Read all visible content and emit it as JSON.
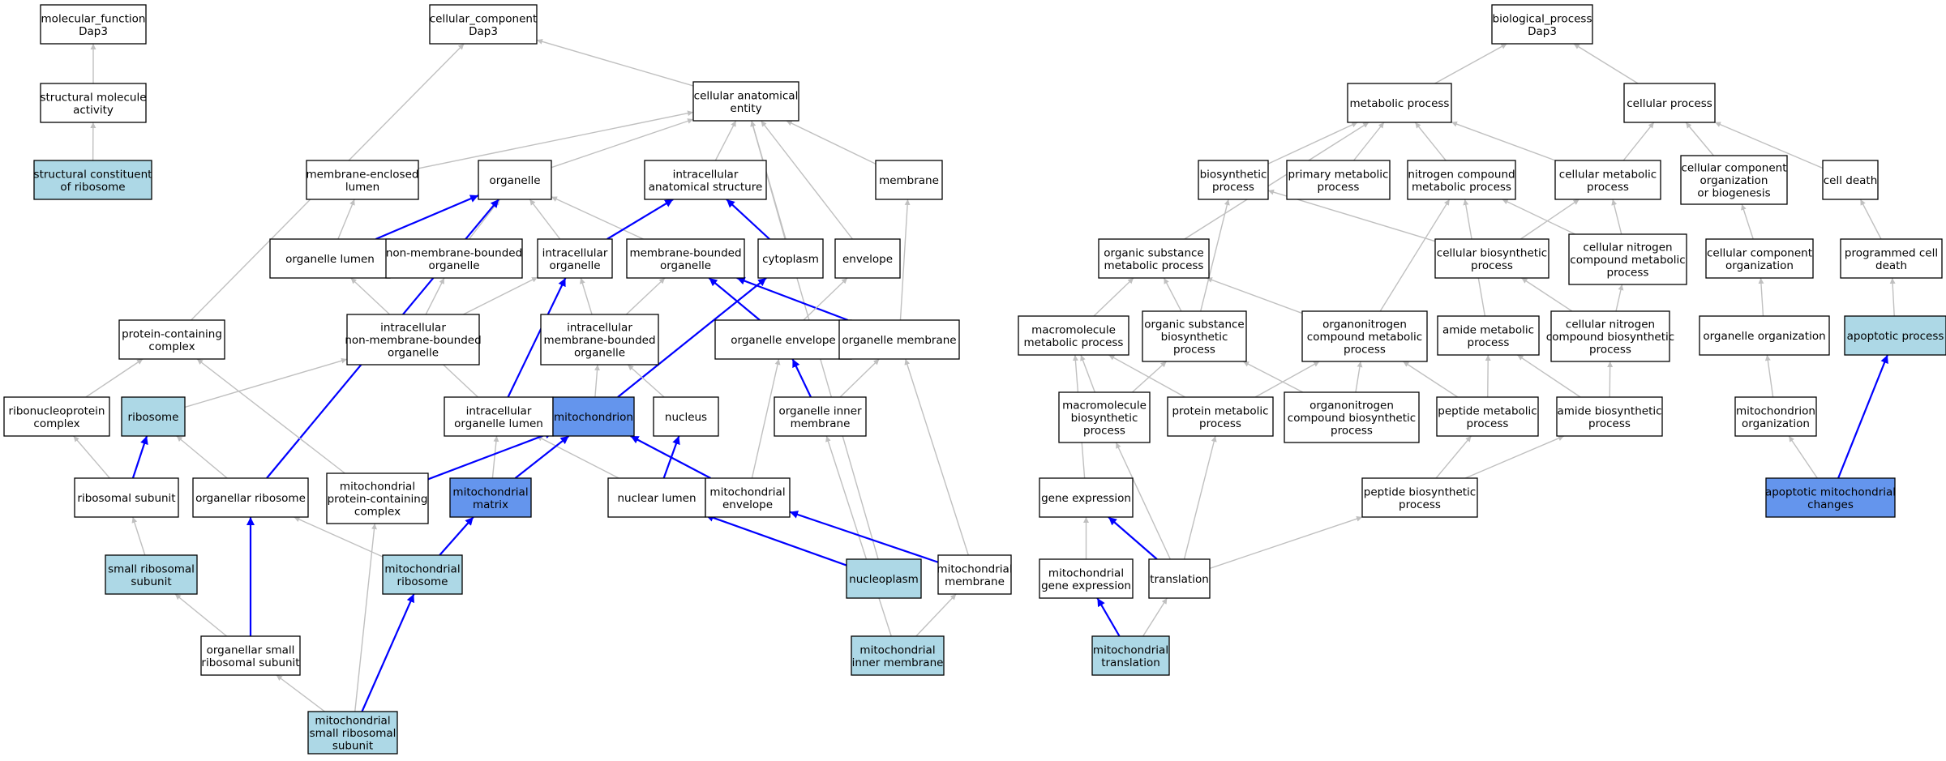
{
  "colors": {
    "plain": "#ffffff",
    "light": "#add8e6",
    "highlight": "#6495ed",
    "edge_gray": "#c0c0c0",
    "edge_blue": "#0000ff"
  },
  "nodes": [
    {
      "id": "mf",
      "lines": [
        "molecular_function",
        "Dap3"
      ],
      "fill": "plain"
    },
    {
      "id": "sma",
      "lines": [
        "structural molecule",
        "activity"
      ],
      "fill": "plain"
    },
    {
      "id": "scr",
      "lines": [
        "structural constituent",
        "of ribosome"
      ],
      "fill": "light"
    },
    {
      "id": "cc",
      "lines": [
        "cellular_component",
        "Dap3"
      ],
      "fill": "plain"
    },
    {
      "id": "cae",
      "lines": [
        "cellular anatomical",
        "entity"
      ],
      "fill": "plain"
    },
    {
      "id": "mel",
      "lines": [
        "membrane-enclosed",
        "lumen"
      ],
      "fill": "plain"
    },
    {
      "id": "org",
      "lines": [
        "organelle"
      ],
      "fill": "plain"
    },
    {
      "id": "ias",
      "lines": [
        "intracellular",
        "anatomical structure"
      ],
      "fill": "plain"
    },
    {
      "id": "mem",
      "lines": [
        "membrane"
      ],
      "fill": "plain"
    },
    {
      "id": "orglum",
      "lines": [
        "organelle lumen"
      ],
      "fill": "plain"
    },
    {
      "id": "nmbo",
      "lines": [
        "non-membrane-bounded",
        "organelle"
      ],
      "fill": "plain"
    },
    {
      "id": "io",
      "lines": [
        "intracellular",
        "organelle"
      ],
      "fill": "plain"
    },
    {
      "id": "mbo",
      "lines": [
        "membrane-bounded",
        "organelle"
      ],
      "fill": "plain"
    },
    {
      "id": "cyto",
      "lines": [
        "cytoplasm"
      ],
      "fill": "plain"
    },
    {
      "id": "env",
      "lines": [
        "envelope"
      ],
      "fill": "plain"
    },
    {
      "id": "pcc",
      "lines": [
        "protein-containing",
        "complex"
      ],
      "fill": "plain"
    },
    {
      "id": "inmbo",
      "lines": [
        "intracellular",
        "non-membrane-bounded",
        "organelle"
      ],
      "fill": "plain"
    },
    {
      "id": "imbo",
      "lines": [
        "intracellular",
        "membrane-bounded",
        "organelle"
      ],
      "fill": "plain"
    },
    {
      "id": "oenv",
      "lines": [
        "organelle envelope"
      ],
      "fill": "plain"
    },
    {
      "id": "omem",
      "lines": [
        "organelle membrane"
      ],
      "fill": "plain"
    },
    {
      "id": "rnpc",
      "lines": [
        "ribonucleoprotein",
        "complex"
      ],
      "fill": "plain"
    },
    {
      "id": "ribo",
      "lines": [
        "ribosome"
      ],
      "fill": "light"
    },
    {
      "id": "iol",
      "lines": [
        "intracellular",
        "organelle lumen"
      ],
      "fill": "plain"
    },
    {
      "id": "mito",
      "lines": [
        "mitochondrion"
      ],
      "fill": "highlight"
    },
    {
      "id": "nuc",
      "lines": [
        "nucleus"
      ],
      "fill": "plain"
    },
    {
      "id": "oim",
      "lines": [
        "organelle inner",
        "membrane"
      ],
      "fill": "plain"
    },
    {
      "id": "rs",
      "lines": [
        "ribosomal subunit"
      ],
      "fill": "plain"
    },
    {
      "id": "oribo",
      "lines": [
        "organellar ribosome"
      ],
      "fill": "plain"
    },
    {
      "id": "mpcc",
      "lines": [
        "mitochondrial",
        "protein-containing",
        "complex"
      ],
      "fill": "plain"
    },
    {
      "id": "mm",
      "lines": [
        "mitochondrial",
        "matrix"
      ],
      "fill": "highlight"
    },
    {
      "id": "nlum",
      "lines": [
        "nuclear lumen"
      ],
      "fill": "plain"
    },
    {
      "id": "menv",
      "lines": [
        "mitochondrial",
        "envelope"
      ],
      "fill": "plain"
    },
    {
      "id": "srs",
      "lines": [
        "small ribosomal",
        "subunit"
      ],
      "fill": "light"
    },
    {
      "id": "mribo",
      "lines": [
        "mitochondrial",
        "ribosome"
      ],
      "fill": "light"
    },
    {
      "id": "nplasm",
      "lines": [
        "nucleoplasm"
      ],
      "fill": "light"
    },
    {
      "id": "mmem",
      "lines": [
        "mitochondrial",
        "membrane"
      ],
      "fill": "plain"
    },
    {
      "id": "osrs",
      "lines": [
        "organellar small",
        "ribosomal subunit"
      ],
      "fill": "plain"
    },
    {
      "id": "mim",
      "lines": [
        "mitochondrial",
        "inner membrane"
      ],
      "fill": "light"
    },
    {
      "id": "msrs",
      "lines": [
        "mitochondrial",
        "small ribosomal",
        "subunit"
      ],
      "fill": "light"
    },
    {
      "id": "bp",
      "lines": [
        "biological_process",
        "Dap3"
      ],
      "fill": "plain"
    },
    {
      "id": "metp",
      "lines": [
        "metabolic process"
      ],
      "fill": "plain"
    },
    {
      "id": "cp",
      "lines": [
        "cellular process"
      ],
      "fill": "plain"
    },
    {
      "id": "biop",
      "lines": [
        "biosynthetic",
        "process"
      ],
      "fill": "plain"
    },
    {
      "id": "pmp",
      "lines": [
        "primary metabolic",
        "process"
      ],
      "fill": "plain"
    },
    {
      "id": "ncmp",
      "lines": [
        "nitrogen compound",
        "metabolic process"
      ],
      "fill": "plain"
    },
    {
      "id": "cmp",
      "lines": [
        "cellular metabolic",
        "process"
      ],
      "fill": "plain"
    },
    {
      "id": "ccob",
      "lines": [
        "cellular component",
        "organization",
        "or biogenesis"
      ],
      "fill": "plain"
    },
    {
      "id": "cd",
      "lines": [
        "cell death"
      ],
      "fill": "plain"
    },
    {
      "id": "osmp",
      "lines": [
        "organic substance",
        "metabolic process"
      ],
      "fill": "plain"
    },
    {
      "id": "cbp",
      "lines": [
        "cellular biosynthetic",
        "process"
      ],
      "fill": "plain"
    },
    {
      "id": "cncmp",
      "lines": [
        "cellular nitrogen",
        "compound metabolic",
        "process"
      ],
      "fill": "plain"
    },
    {
      "id": "cco",
      "lines": [
        "cellular component",
        "organization"
      ],
      "fill": "plain"
    },
    {
      "id": "pcd",
      "lines": [
        "programmed cell",
        "death"
      ],
      "fill": "plain"
    },
    {
      "id": "mmp",
      "lines": [
        "macromolecule",
        "metabolic process"
      ],
      "fill": "plain"
    },
    {
      "id": "osbp",
      "lines": [
        "organic substance",
        "biosynthetic",
        "process"
      ],
      "fill": "plain"
    },
    {
      "id": "oncmp",
      "lines": [
        "organonitrogen",
        "compound metabolic",
        "process"
      ],
      "fill": "plain"
    },
    {
      "id": "amp",
      "lines": [
        "amide metabolic",
        "process"
      ],
      "fill": "plain"
    },
    {
      "id": "cncbp",
      "lines": [
        "cellular nitrogen",
        "compound biosynthetic",
        "process"
      ],
      "fill": "plain"
    },
    {
      "id": "oo",
      "lines": [
        "organelle organization"
      ],
      "fill": "plain"
    },
    {
      "id": "ap",
      "lines": [
        "apoptotic process"
      ],
      "fill": "light"
    },
    {
      "id": "mbp",
      "lines": [
        "macromolecule",
        "biosynthetic",
        "process"
      ],
      "fill": "plain"
    },
    {
      "id": "protmp",
      "lines": [
        "protein metabolic",
        "process"
      ],
      "fill": "plain"
    },
    {
      "id": "oncbp",
      "lines": [
        "organonitrogen",
        "compound biosynthetic",
        "process"
      ],
      "fill": "plain"
    },
    {
      "id": "pepmp",
      "lines": [
        "peptide metabolic",
        "process"
      ],
      "fill": "plain"
    },
    {
      "id": "abp",
      "lines": [
        "amide biosynthetic",
        "process"
      ],
      "fill": "plain"
    },
    {
      "id": "mo",
      "lines": [
        "mitochondrion",
        "organization"
      ],
      "fill": "plain"
    },
    {
      "id": "ge",
      "lines": [
        "gene expression"
      ],
      "fill": "plain"
    },
    {
      "id": "pepbp",
      "lines": [
        "peptide biosynthetic",
        "process"
      ],
      "fill": "plain"
    },
    {
      "id": "amc",
      "lines": [
        "apoptotic mitochondrial",
        "changes"
      ],
      "fill": "highlight"
    },
    {
      "id": "mge",
      "lines": [
        "mitochondrial",
        "gene expression"
      ],
      "fill": "plain"
    },
    {
      "id": "trans",
      "lines": [
        "translation"
      ],
      "fill": "plain"
    },
    {
      "id": "mt",
      "lines": [
        "mitochondrial",
        "translation"
      ],
      "fill": "light"
    }
  ],
  "edges": [
    [
      "sma",
      "mf",
      "gray"
    ],
    [
      "scr",
      "sma",
      "gray"
    ],
    [
      "cae",
      "cc",
      "gray"
    ],
    [
      "pcc",
      "cc",
      "gray"
    ],
    [
      "mel",
      "cae",
      "gray"
    ],
    [
      "org",
      "cae",
      "gray"
    ],
    [
      "ias",
      "cae",
      "gray"
    ],
    [
      "mem",
      "cae",
      "gray"
    ],
    [
      "cyto",
      "cae",
      "gray"
    ],
    [
      "env",
      "cae",
      "gray"
    ],
    [
      "nplasm",
      "cae",
      "gray"
    ],
    [
      "orglum",
      "mel",
      "gray"
    ],
    [
      "orglum",
      "org",
      "blue"
    ],
    [
      "nmbo",
      "org",
      "gray"
    ],
    [
      "io",
      "org",
      "gray"
    ],
    [
      "mbo",
      "org",
      "gray"
    ],
    [
      "oribo",
      "org",
      "blue"
    ],
    [
      "io",
      "ias",
      "blue"
    ],
    [
      "cyto",
      "ias",
      "blue"
    ],
    [
      "omem",
      "mem",
      "gray"
    ],
    [
      "inmbo",
      "nmbo",
      "gray"
    ],
    [
      "inmbo",
      "io",
      "gray"
    ],
    [
      "imbo",
      "io",
      "gray"
    ],
    [
      "imbo",
      "mbo",
      "gray"
    ],
    [
      "iol",
      "io",
      "blue"
    ],
    [
      "iol",
      "orglum",
      "gray"
    ],
    [
      "oenv",
      "mbo",
      "blue"
    ],
    [
      "omem",
      "mbo",
      "blue"
    ],
    [
      "mito",
      "cyto",
      "blue"
    ],
    [
      "oenv",
      "env",
      "gray"
    ],
    [
      "menv",
      "oenv",
      "gray"
    ],
    [
      "oim",
      "oenv",
      "blue"
    ],
    [
      "rnpc",
      "pcc",
      "gray"
    ],
    [
      "mpcc",
      "pcc",
      "gray"
    ],
    [
      "ribo",
      "inmbo",
      "gray"
    ],
    [
      "mito",
      "imbo",
      "gray"
    ],
    [
      "nuc",
      "imbo",
      "gray"
    ],
    [
      "oim",
      "omem",
      "gray"
    ],
    [
      "mmem",
      "omem",
      "gray"
    ],
    [
      "rs",
      "rnpc",
      "gray"
    ],
    [
      "rs",
      "ribo",
      "blue"
    ],
    [
      "oribo",
      "ribo",
      "gray"
    ],
    [
      "mm",
      "iol",
      "gray"
    ],
    [
      "nlum",
      "iol",
      "gray"
    ],
    [
      "mpcc",
      "mito",
      "blue"
    ],
    [
      "mm",
      "mito",
      "blue"
    ],
    [
      "menv",
      "mito",
      "blue"
    ],
    [
      "nlum",
      "nuc",
      "blue"
    ],
    [
      "mim",
      "oim",
      "gray"
    ],
    [
      "mim",
      "mmem",
      "gray"
    ],
    [
      "srs",
      "rs",
      "gray"
    ],
    [
      "mribo",
      "oribo",
      "gray"
    ],
    [
      "osrs",
      "oribo",
      "blue"
    ],
    [
      "msrs",
      "mpcc",
      "gray"
    ],
    [
      "mribo",
      "mm",
      "blue"
    ],
    [
      "nplasm",
      "nlum",
      "blue"
    ],
    [
      "mmem",
      "menv",
      "blue"
    ],
    [
      "osrs",
      "srs",
      "gray"
    ],
    [
      "msrs",
      "osrs",
      "gray"
    ],
    [
      "msrs",
      "mribo",
      "blue"
    ],
    [
      "metp",
      "bp",
      "gray"
    ],
    [
      "cp",
      "bp",
      "gray"
    ],
    [
      "biop",
      "metp",
      "gray"
    ],
    [
      "pmp",
      "metp",
      "gray"
    ],
    [
      "ncmp",
      "metp",
      "gray"
    ],
    [
      "cmp",
      "metp",
      "gray"
    ],
    [
      "osmp",
      "metp",
      "gray"
    ],
    [
      "cmp",
      "cp",
      "gray"
    ],
    [
      "ccob",
      "cp",
      "gray"
    ],
    [
      "cd",
      "cp",
      "gray"
    ],
    [
      "cbp",
      "biop",
      "gray"
    ],
    [
      "cbp",
      "cmp",
      "gray"
    ],
    [
      "cncmp",
      "cmp",
      "gray"
    ],
    [
      "cncmp",
      "ncmp",
      "gray"
    ],
    [
      "cco",
      "ccob",
      "gray"
    ],
    [
      "pcd",
      "cd",
      "gray"
    ],
    [
      "mmp",
      "osmp",
      "gray"
    ],
    [
      "osbp",
      "osmp",
      "gray"
    ],
    [
      "osbp",
      "biop",
      "gray"
    ],
    [
      "oncmp",
      "osmp",
      "gray"
    ],
    [
      "oncmp",
      "ncmp",
      "gray"
    ],
    [
      "amp",
      "ncmp",
      "gray"
    ],
    [
      "cncbp",
      "cncmp",
      "gray"
    ],
    [
      "cncbp",
      "cbp",
      "gray"
    ],
    [
      "oo",
      "cco",
      "gray"
    ],
    [
      "ap",
      "pcd",
      "gray"
    ],
    [
      "mbp",
      "mmp",
      "gray"
    ],
    [
      "mbp",
      "osbp",
      "gray"
    ],
    [
      "protmp",
      "mmp",
      "gray"
    ],
    [
      "protmp",
      "oncmp",
      "gray"
    ],
    [
      "oncbp",
      "oncmp",
      "gray"
    ],
    [
      "oncbp",
      "osbp",
      "gray"
    ],
    [
      "pepmp",
      "oncmp",
      "gray"
    ],
    [
      "pepmp",
      "amp",
      "gray"
    ],
    [
      "abp",
      "amp",
      "gray"
    ],
    [
      "abp",
      "cncbp",
      "gray"
    ],
    [
      "mo",
      "oo",
      "gray"
    ],
    [
      "ge",
      "mmp",
      "gray"
    ],
    [
      "pepbp",
      "pepmp",
      "gray"
    ],
    [
      "pepbp",
      "abp",
      "gray"
    ],
    [
      "amc",
      "mo",
      "gray"
    ],
    [
      "amc",
      "ap",
      "blue"
    ],
    [
      "mge",
      "ge",
      "gray"
    ],
    [
      "trans",
      "ge",
      "blue"
    ],
    [
      "trans",
      "mbp",
      "gray"
    ],
    [
      "trans",
      "protmp",
      "gray"
    ],
    [
      "trans",
      "pepbp",
      "gray"
    ],
    [
      "mt",
      "mge",
      "blue"
    ],
    [
      "mt",
      "trans",
      "gray"
    ]
  ]
}
